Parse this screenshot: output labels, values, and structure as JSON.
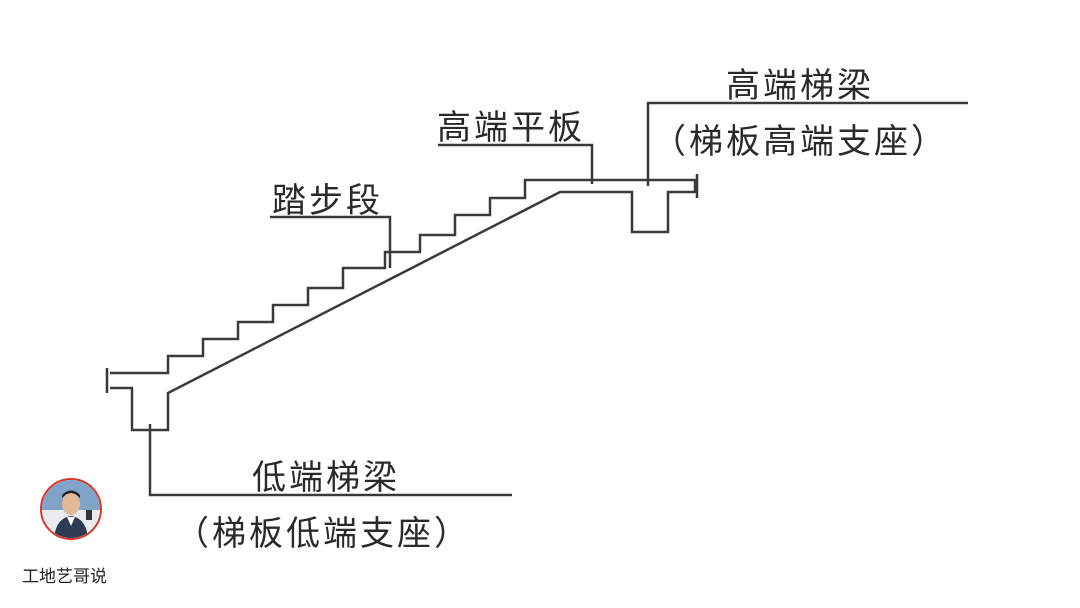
{
  "labels": {
    "high_beam_title": "高端梯梁",
    "high_beam_note": "（梯板高端支座）",
    "high_platform": "高端平板",
    "step_section": "踏步段",
    "low_beam_title": "低端梯梁",
    "low_beam_note": "（梯板低端支座）"
  },
  "watermark": {
    "account_name": "工地艺哥说",
    "avatar_icon": "person-avatar-icon",
    "avatar_ring_color": "#d8352c"
  },
  "colors": {
    "line": "#3a3a3a",
    "text": "#2a2a2a"
  }
}
